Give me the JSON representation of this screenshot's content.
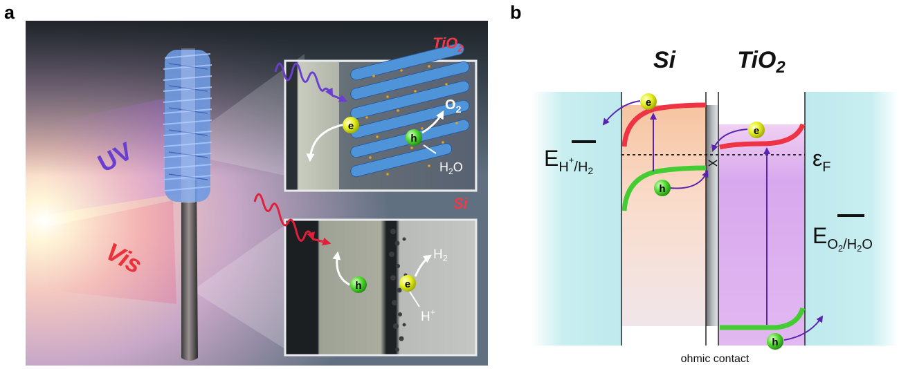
{
  "panel_a": {
    "letter": "a",
    "uv": "UV",
    "vis": "Vis",
    "top_inset": {
      "material": "TiO",
      "material_sub": "2",
      "electron": "e",
      "hole": "h",
      "o2": "O",
      "o2_sub": "2",
      "h2o_a": "H",
      "h2o_sub": "2",
      "h2o_b": "O"
    },
    "bottom_inset": {
      "material": "Si",
      "electron": "e",
      "hole": "h",
      "h2": "H",
      "h2_sub": "2",
      "hplus": "H",
      "hplus_sup": "+"
    }
  },
  "panel_b": {
    "letter": "b",
    "si_title": "Si",
    "tio2_title": "TiO",
    "tio2_sub": "2",
    "electron": "e",
    "hole": "h",
    "e_h_main": "E",
    "e_h_sub_a": "H",
    "e_h_sup": "+",
    "e_h_sub_b": "/H",
    "e_h_sub_c": "2",
    "fermi_main": "ε",
    "fermi_sub": "F",
    "e_o_main": "E",
    "e_o_sub_a": "O",
    "e_o_sub_b": "2",
    "e_o_sub_c": "/H",
    "e_o_sub_d": "2",
    "e_o_sub_e": "O",
    "ohmic": "ohmic contact"
  },
  "colors": {
    "uv": "#6a3fd0",
    "vis": "#e8323c",
    "conduction_band": "#ee3344",
    "valence_band": "#44cc33",
    "arrow": "#5a22b0",
    "electron_ball": "#e6f020",
    "hole_ball": "#55dd33",
    "cyan_bg": "#c8eef0",
    "si_fill": "#f8c8a8",
    "tio2_fill": "#d8a8ee"
  }
}
